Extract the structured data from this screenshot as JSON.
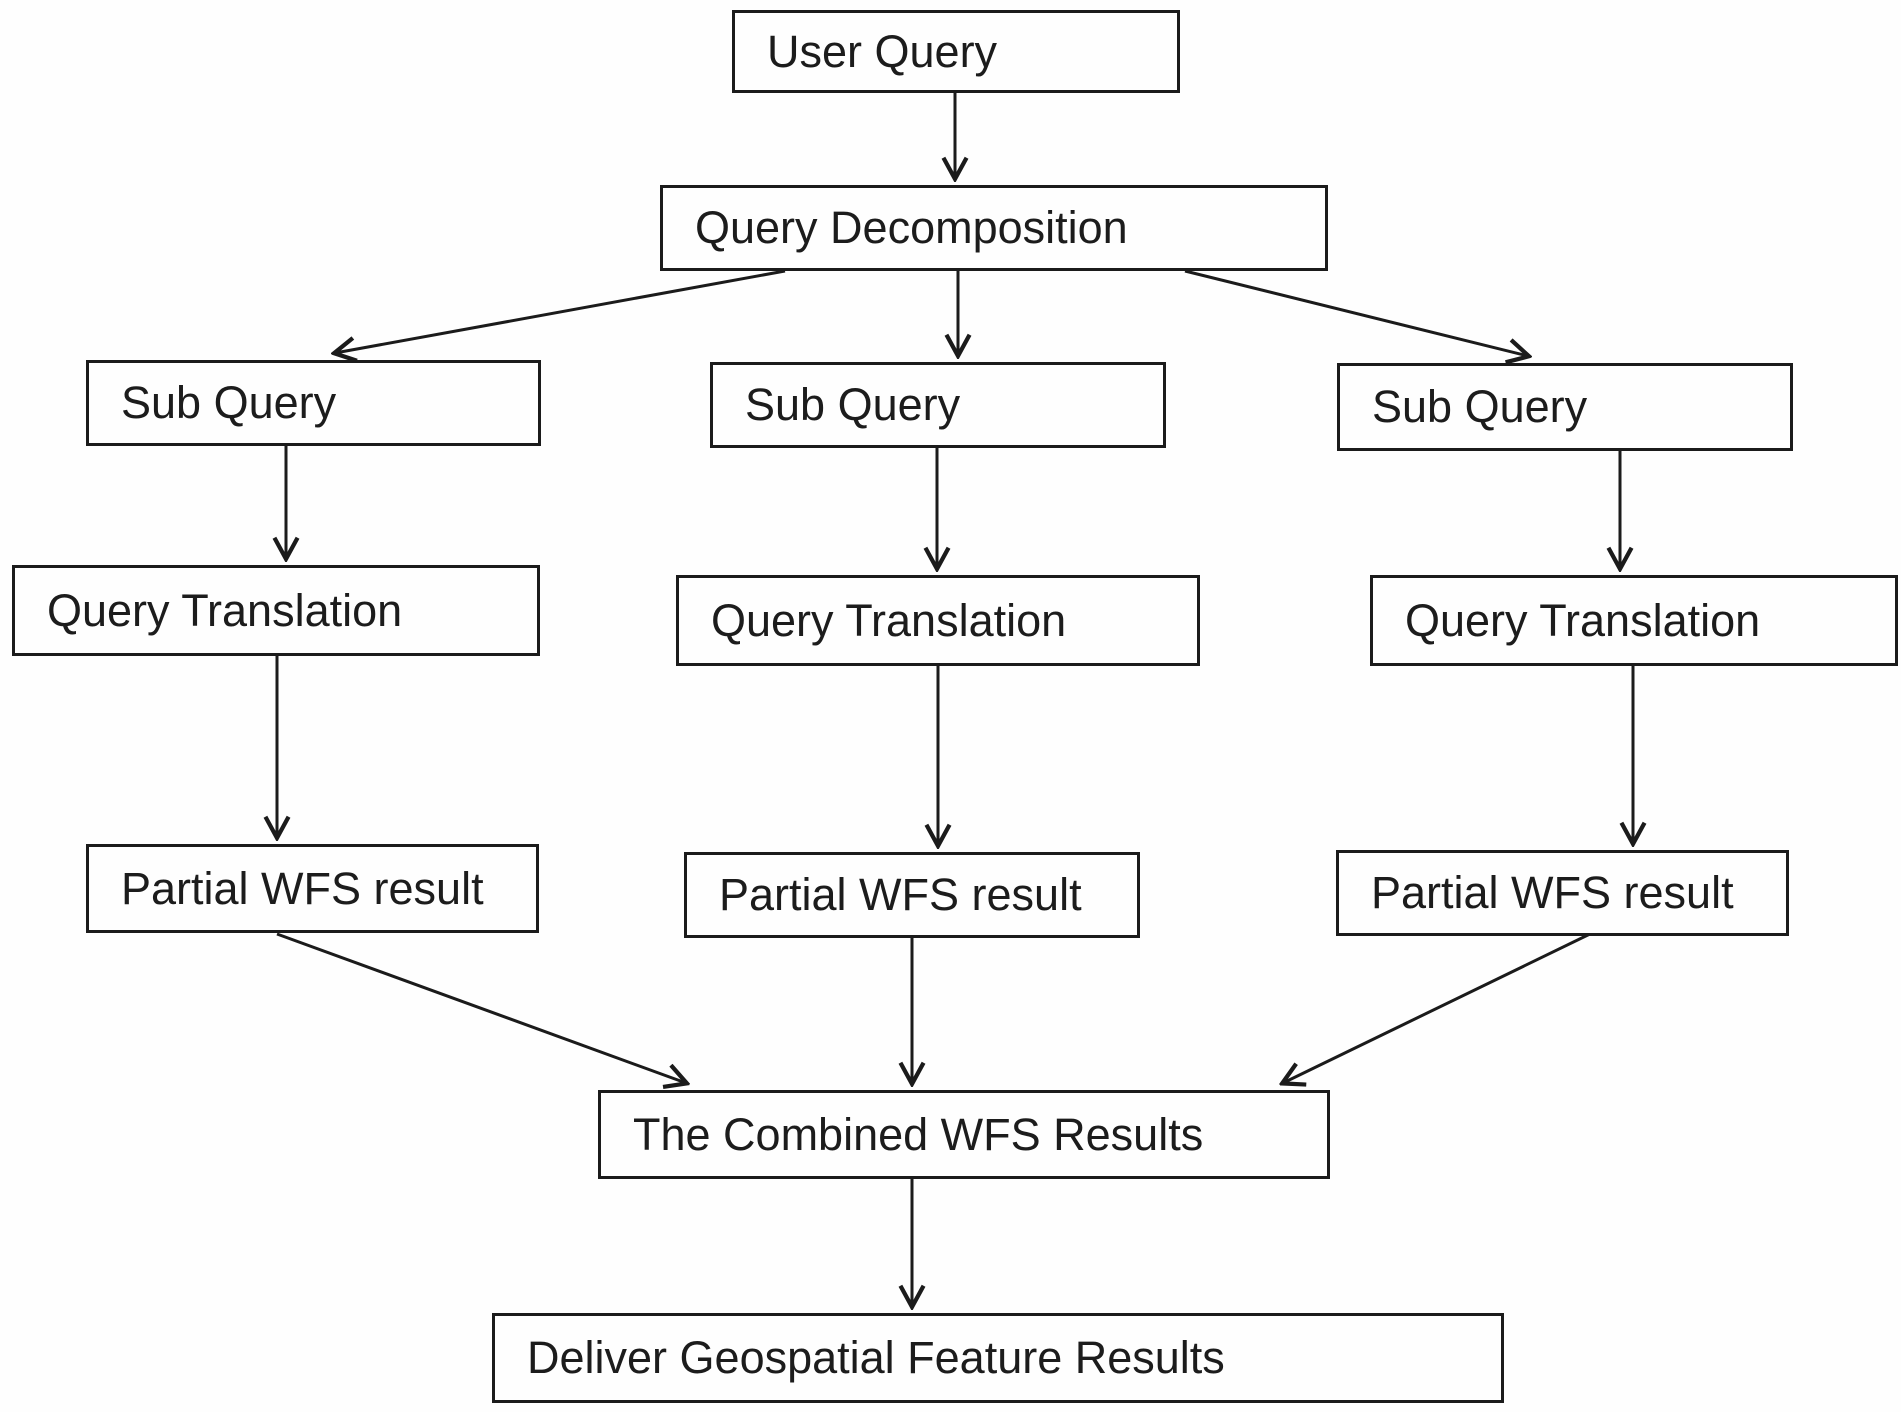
{
  "diagram": {
    "type": "flowchart",
    "colors": {
      "background": "#fefefe",
      "box_border": "#1b1b1b",
      "box_fill": "#fefefe",
      "text": "#1c1c1c",
      "arrow": "#1b1b1b"
    },
    "nodes": [
      {
        "id": "user-query",
        "label": "User Query"
      },
      {
        "id": "query-decomposition",
        "label": "Query Decomposition"
      },
      {
        "id": "sub-query-left",
        "label": "Sub Query"
      },
      {
        "id": "sub-query-middle",
        "label": "Sub Query"
      },
      {
        "id": "sub-query-right",
        "label": "Sub Query"
      },
      {
        "id": "query-translation-left",
        "label": "Query Translation"
      },
      {
        "id": "query-translation-middle",
        "label": "Query Translation"
      },
      {
        "id": "query-translation-right",
        "label": "Query Translation"
      },
      {
        "id": "partial-wfs-result-left",
        "label": "Partial WFS result"
      },
      {
        "id": "partial-wfs-result-middle",
        "label": "Partial WFS result"
      },
      {
        "id": "partial-wfs-result-right",
        "label": "Partial WFS result"
      },
      {
        "id": "combined-wfs-results",
        "label": "The Combined WFS Results"
      },
      {
        "id": "deliver-results",
        "label": "Deliver Geospatial Feature Results"
      }
    ],
    "edges": [
      {
        "from": "user-query",
        "to": "query-decomposition"
      },
      {
        "from": "query-decomposition",
        "to": "sub-query-left"
      },
      {
        "from": "query-decomposition",
        "to": "sub-query-middle"
      },
      {
        "from": "query-decomposition",
        "to": "sub-query-right"
      },
      {
        "from": "sub-query-left",
        "to": "query-translation-left"
      },
      {
        "from": "sub-query-middle",
        "to": "query-translation-middle"
      },
      {
        "from": "sub-query-right",
        "to": "query-translation-right"
      },
      {
        "from": "query-translation-left",
        "to": "partial-wfs-result-left"
      },
      {
        "from": "query-translation-middle",
        "to": "partial-wfs-result-middle"
      },
      {
        "from": "query-translation-right",
        "to": "partial-wfs-result-right"
      },
      {
        "from": "partial-wfs-result-left",
        "to": "combined-wfs-results"
      },
      {
        "from": "partial-wfs-result-middle",
        "to": "combined-wfs-results"
      },
      {
        "from": "partial-wfs-result-right",
        "to": "combined-wfs-results"
      },
      {
        "from": "combined-wfs-results",
        "to": "deliver-results"
      }
    ]
  }
}
